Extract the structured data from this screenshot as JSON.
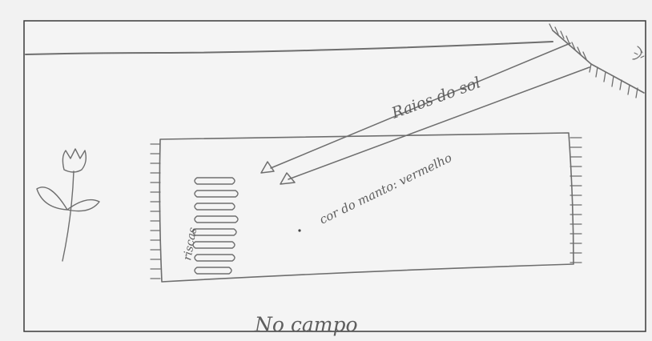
{
  "drawing": {
    "labels": {
      "sun_rays": "Raios do sol",
      "cloak_color": "cor do manto: vermelho",
      "stripes": "riscas",
      "caption": "No campo"
    },
    "colors": {
      "paper": "#f4f4f4",
      "frame": "#3a3a3a",
      "pencil": "#6e6e6e",
      "ink": "#5e5e5e"
    },
    "icons": [
      "flower-icon",
      "sun-icon"
    ]
  }
}
